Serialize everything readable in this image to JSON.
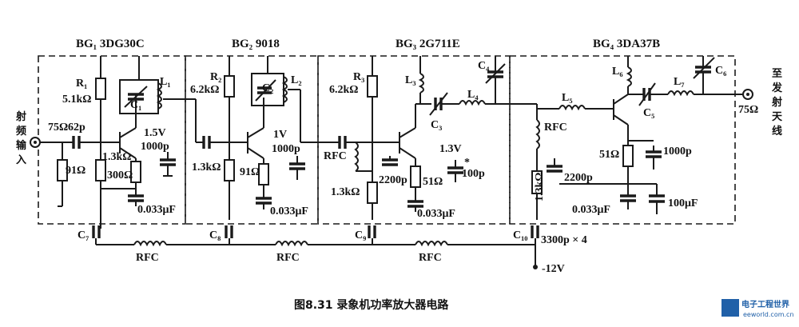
{
  "stages": {
    "bg1": "BG₁ 3DG30C",
    "bg2": "BG₂ 9018",
    "bg3": "BG₃ 2G711E",
    "bg4": "BG₄ 3DA37B"
  },
  "input_label": [
    "射",
    "频",
    "输",
    "入"
  ],
  "output_label": [
    "至",
    "发",
    "射",
    "天",
    "线"
  ],
  "components": {
    "r_in": "75Ω",
    "c_in": "62p",
    "r_91a": "91Ω",
    "r1": "R₁",
    "r1_val": "5.1kΩ",
    "c1": "C₁",
    "l1": "L₁",
    "v1": "1.5V",
    "c_1000a": "1000p",
    "r_13a": "1.3kΩ",
    "r_300": "300Ω",
    "c_033a": "0.033μF",
    "c7": "C₇",
    "r2": "R₂",
    "r2_val": "6.2kΩ",
    "c2": "C₂",
    "l2": "L₂",
    "v2": "1V",
    "c_1000b": "1000p",
    "r_13b": "1.3kΩ",
    "r_91b": "91Ω",
    "c_033b": "0.033μF",
    "c8": "C₈",
    "r3": "R₃",
    "r3_val": "6.2kΩ",
    "l3": "L₃",
    "c4": "C₄",
    "l4": "L₄",
    "c3": "C₃",
    "rfc3": "RFC",
    "v3": "1.3V",
    "star": "*",
    "c_100p": "100p",
    "c_2200a": "2200p",
    "r_51a": "51Ω",
    "r_13c": "1.3kΩ",
    "c_033c": "0.033μF",
    "c9": "C₉",
    "l5": "L₅",
    "rfc4": "RFC",
    "l6": "L₆",
    "l7": "L₇",
    "c5": "C₅",
    "c6": "C₆",
    "r_75out": "75Ω",
    "r_51b": "51Ω",
    "c_1000c": "1000p",
    "r_13d": "1.3kΩ",
    "c_2200b": "2200p",
    "c_033d": "0.033μF",
    "c_100u": "100μF",
    "c10": "C₁₀",
    "c_3300": "3300p × 4",
    "rfc_a": "RFC",
    "rfc_b": "RFC",
    "rfc_c": "RFC",
    "supply": "-12V"
  },
  "caption": "图8.31   录象机功率放大器电路",
  "watermark": {
    "name": "电子工程世界",
    "url": "eeworld.com.cn"
  },
  "colors": {
    "ink": "#1a1a1a",
    "watermark": "#2060a8"
  }
}
